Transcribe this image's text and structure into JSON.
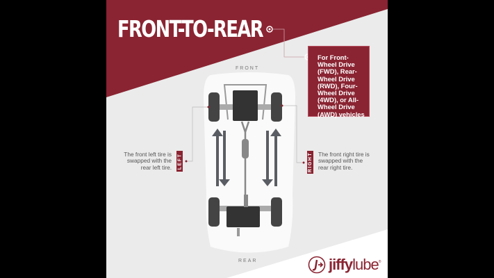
{
  "title": "FRONT-TO-REAR",
  "info_box": "For Front-Wheel Drive (FWD), Rear-Wheel Drive (RWD), Four-Wheel Drive (4WD), or All-Wheel Drive (AWD) vehicles",
  "labels": {
    "front": "FRONT",
    "rear": "REAR"
  },
  "left": {
    "badge": "LEFT",
    "text": "The front left tire is swapped with the rear left tire."
  },
  "right": {
    "badge": "RIGHT",
    "text": "The front right tire is swapped with the rear right tire."
  },
  "logo": {
    "brand_a": "jiffy",
    "brand_b": "lube",
    "mark": "®"
  },
  "colors": {
    "brand": "#8a2432",
    "background": "#ebebeb",
    "letterbox": "#000000"
  }
}
